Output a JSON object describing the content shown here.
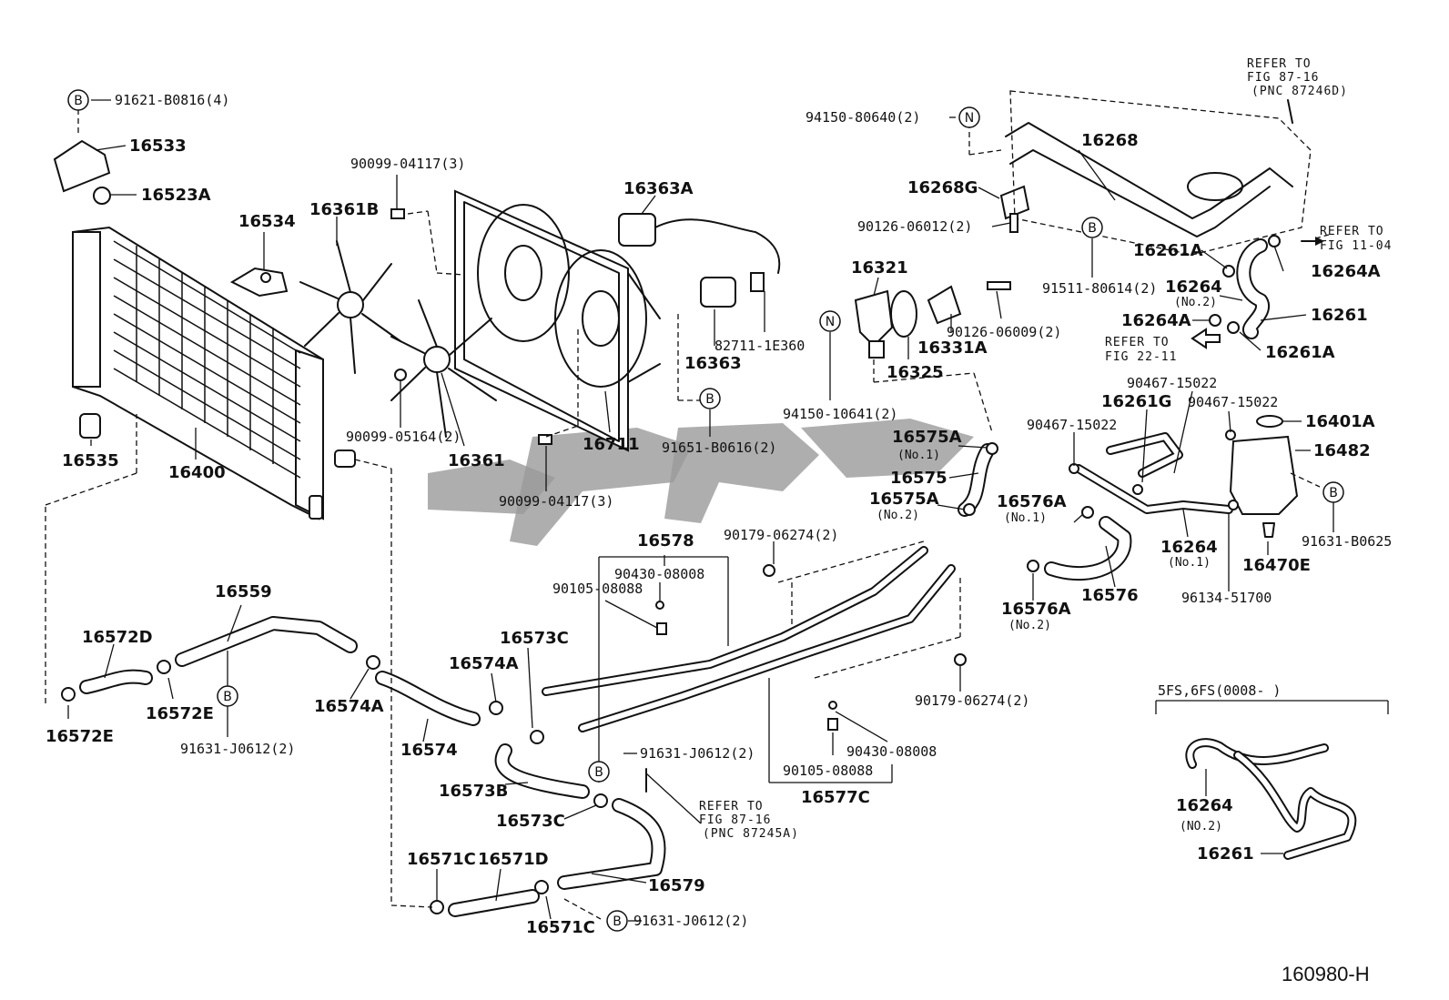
{
  "diagram_code": "160980-H",
  "watermark": "",
  "callouts": {
    "c91621": "91621-B0816(4)",
    "c16533": "16533",
    "c16523A": "16523A",
    "c16534": "16534",
    "c16361B": "16361B",
    "c90099a": "90099-04117(3)",
    "c16363A": "16363A",
    "c16363": "16363",
    "c82711": "82711-1E360",
    "c16361": "16361",
    "c16711": "16711",
    "c91651": "91651-B0616(2)",
    "c90099b": "90099-05164(2)",
    "c90099c": "90099-04117(3)",
    "c16535": "16535",
    "c16400": "16400",
    "c94150a": "94150-80640(2)",
    "c16268": "16268",
    "c16268G": "16268G",
    "c90126a": "90126-06012(2)",
    "c16321": "16321",
    "c16331A": "16331A",
    "c16325": "16325",
    "c90126b": "90126-06009(2)",
    "c94150b": "94150-10641(2)",
    "c91511": "91511-80614(2)",
    "c16261A_1": "16261A",
    "c16264_top": "16264",
    "c16264_top_sub": "(No.2)",
    "c16264A_1": "16264A",
    "c16264A_2": "16264A",
    "c16261_top": "16261",
    "c16261A_2": "16261A",
    "c90467_1": "90467-15022",
    "c16261G": "16261G",
    "c90467_2": "90467-15022",
    "c90467_3": "90467-15022",
    "c16401A": "16401A",
    "c16482": "16482",
    "c91631_b0625": "91631-B0625",
    "c16470E": "16470E",
    "c96134": "96134-51700",
    "c16264_mid": "16264",
    "c16264_mid_sub": "(No.1)",
    "c16576": "16576",
    "c16576A_1": "16576A",
    "c16576A_1_sub": "(No.1)",
    "c16576A_2": "16576A",
    "c16576A_2_sub": "(No.2)",
    "c16575A_1": "16575A",
    "c16575A_1_sub": "(No.1)",
    "c16575": "16575",
    "c16575A_2": "16575A",
    "c16575A_2_sub": "(No.2)",
    "c90179a": "90179-06274(2)",
    "c90179b": "90179-06274(2)",
    "c16578": "16578",
    "c90430a": "90430-08008",
    "c90105a": "90105-08088",
    "c90430b": "90430-08008",
    "c90105b": "90105-08088",
    "c16577C": "16577C",
    "c16559": "16559",
    "c16572D": "16572D",
    "c16572E_1": "16572E",
    "c16572E_2": "16572E",
    "c91631_a": "91631-J0612(2)",
    "c16574A_1": "16574A",
    "c16574A_2": "16574A",
    "c16574": "16574",
    "c16573C_1": "16573C",
    "c16573B": "16573B",
    "c16573C_2": "16573C",
    "c91631_b": "91631-J0612(2)",
    "c16571C_1": "16571C",
    "c16571D": "16571D",
    "c16579": "16579",
    "c16571C_2": "16571C",
    "c91631_c": "91631-J0612(2)",
    "c5fs": "5FS,6FS(0008-        )",
    "c16264_inset": "16264",
    "c16264_inset_sub": "(NO.2)",
    "c16261_inset": "16261"
  },
  "refer_notes": {
    "top_right": [
      "REFER TO",
      "FIG 87-16",
      "(PNC 87246D)"
    ],
    "fig11": [
      "REFER TO",
      "FIG 11-04"
    ],
    "fig22": [
      "REFER TO",
      "FIG 22-11"
    ],
    "bottom": [
      "REFER TO",
      "FIG 87-16",
      "(PNC 87245A)"
    ]
  },
  "badges": {
    "B": "B",
    "N": "N"
  }
}
